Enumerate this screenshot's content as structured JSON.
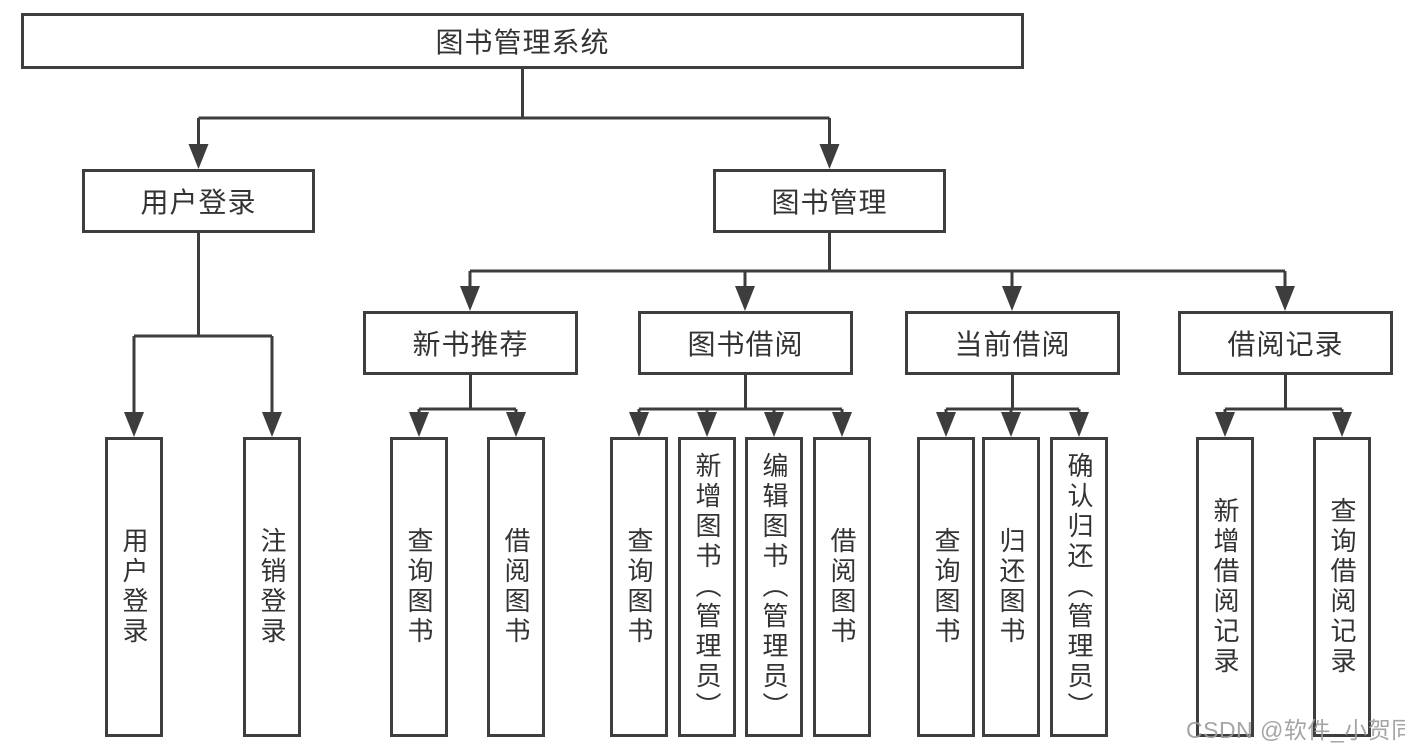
{
  "diagram": {
    "root": {
      "label": "图书管理系统"
    },
    "branches": [
      {
        "label": "用户登录"
      },
      {
        "label": "图书管理"
      }
    ],
    "modules": [
      {
        "label": "新书推荐"
      },
      {
        "label": "图书借阅"
      },
      {
        "label": "当前借阅"
      },
      {
        "label": "借阅记录"
      }
    ],
    "leaves": [
      {
        "parent": "用户登录",
        "label": "用户登录"
      },
      {
        "parent": "用户登录",
        "label": "注销登录"
      },
      {
        "parent": "新书推荐",
        "label": "查询图书"
      },
      {
        "parent": "新书推荐",
        "label": "借阅图书"
      },
      {
        "parent": "图书借阅",
        "label": "查询图书"
      },
      {
        "parent": "图书借阅",
        "label": "新增图书（管理员）"
      },
      {
        "parent": "图书借阅",
        "label": "编辑图书（管理员）"
      },
      {
        "parent": "图书借阅",
        "label": "借阅图书"
      },
      {
        "parent": "当前借阅",
        "label": "查询图书"
      },
      {
        "parent": "当前借阅",
        "label": "归还图书"
      },
      {
        "parent": "当前借阅",
        "label": "确认归还（管理员）"
      },
      {
        "parent": "借阅记录",
        "label": "新增借阅记录"
      },
      {
        "parent": "借阅记录",
        "label": "查询借阅记录"
      }
    ]
  },
  "watermark": {
    "text": "CSDN @软件_小贺同学"
  },
  "colors": {
    "line": "#3d3d3d",
    "border": "#3e3e3e",
    "text": "#333333",
    "watermark": "#9b9b9b",
    "background": "#ffffff"
  }
}
